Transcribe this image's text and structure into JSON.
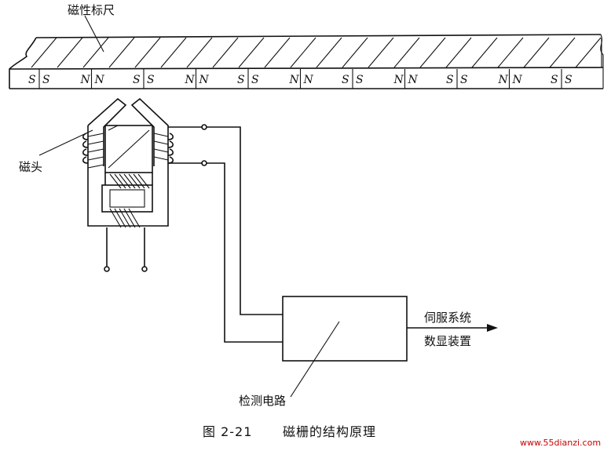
{
  "labels": {
    "scale": "磁性标尺",
    "head": "磁头",
    "circuit": "检测电路",
    "output_line1": "伺服系统",
    "output_line2": "数显装置"
  },
  "poles": [
    "S",
    "S",
    "N",
    "N",
    "S",
    "S",
    "N",
    "N",
    "S",
    "S",
    "N",
    "N",
    "S",
    "S",
    "N",
    "N",
    "S",
    "S",
    "N",
    "N",
    "S",
    "S"
  ],
  "caption": {
    "number": "图 2-21",
    "title": "磁栅的结构原理"
  },
  "watermark": "www.55dianzi.com"
}
